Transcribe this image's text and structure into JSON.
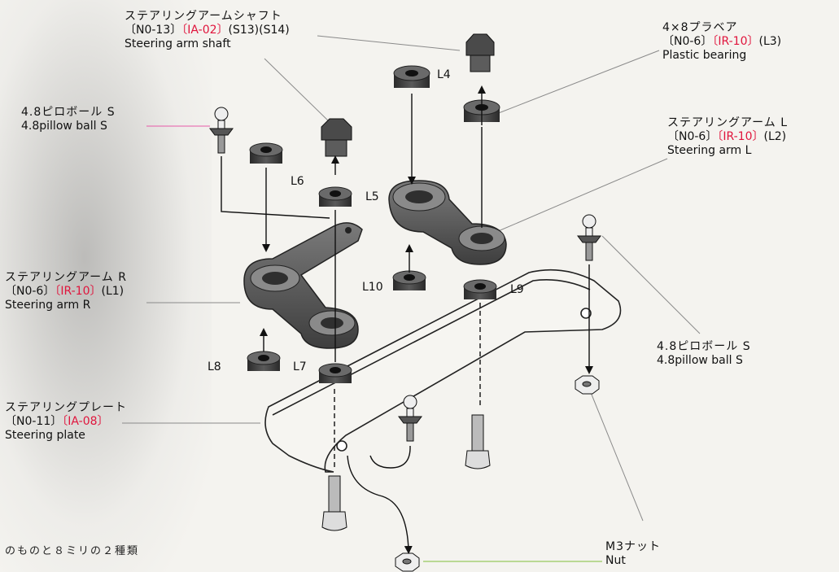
{
  "labels": {
    "shaft": {
      "jp": "ステアリングアームシャフト",
      "ref_a": "〔N0-13〕",
      "ref_b": "〔IA-02〕",
      "ref_c": "(S13)(S14)",
      "en": "Steering arm shaft"
    },
    "bearing": {
      "jp": "4×8プラベア",
      "ref_a": "〔N0-6〕",
      "ref_b": "〔IR-10〕",
      "ref_c": "(L3)",
      "en": "Plastic bearing"
    },
    "pillow_left": {
      "jp": "4.8ピロボール S",
      "en": "4.8pillow ball S"
    },
    "arm_l": {
      "jp": "ステアリングアーム L",
      "ref_a": "〔N0-6〕",
      "ref_b": "〔IR-10〕",
      "ref_c": "(L2)",
      "en": "Steering arm L"
    },
    "arm_r": {
      "jp": "ステアリングアーム R",
      "ref_a": "〔N0-6〕",
      "ref_b": "〔IR-10〕",
      "ref_c": "(L1)",
      "en": "Steering arm R"
    },
    "pillow_right": {
      "jp": "4.8ピロボール S",
      "en": "4.8pillow ball S"
    },
    "plate": {
      "jp": "ステアリングプレート",
      "ref_a": "〔N0-11〕",
      "ref_b": "〔IA-08〕",
      "en": "Steering plate"
    },
    "nut": {
      "jp": "M3ナット",
      "en": "Nut"
    }
  },
  "part_codes": {
    "L4": "L4",
    "L5": "L5",
    "L6": "L6",
    "L7": "L7",
    "L8": "L8",
    "L9": "L9",
    "L10": "L10"
  },
  "bottom_note": "のものと８ミリの２種類",
  "colors": {
    "ink": "#111111",
    "ref_red": "#e0143c",
    "leader_pink": "#e75aa8",
    "leader_grey": "#8a8a8a",
    "leader_green": "#7fbf3a",
    "part_dark": "#3c3c3c",
    "part_mid": "#6e6e6e",
    "arm_fill": "#5a5a5a"
  }
}
